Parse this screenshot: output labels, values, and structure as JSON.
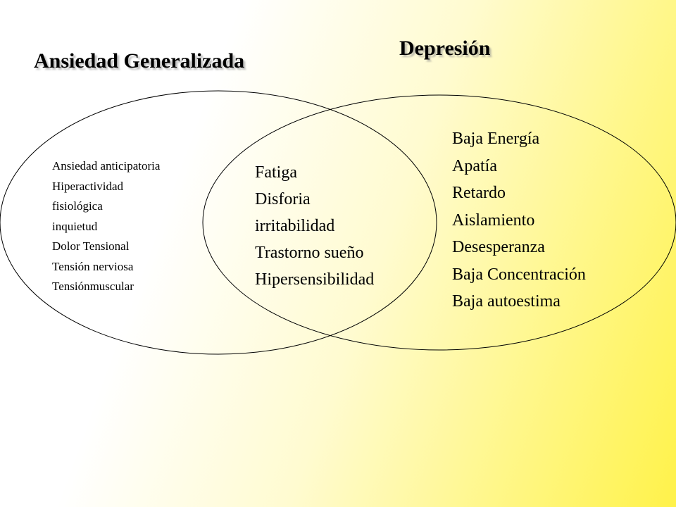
{
  "titles": {
    "left": "Ansiedad Generalizada",
    "right": "Depresión"
  },
  "lists": {
    "left": [
      "Ansiedad anticipatoria",
      "Hiperactividad",
      "fisiológica",
      "inquietud",
      "Dolor Tensional",
      "Tensión nerviosa",
      "Tensiónmuscular"
    ],
    "center": [
      "Fatiga",
      "Disforia",
      "irritabilidad",
      "Trastorno sueño",
      "Hipersensibilidad"
    ],
    "right": [
      "Baja Energía",
      "Apatía",
      "Retardo",
      "Aislamiento",
      "Desesperanza",
      "Baja Concentración",
      "Baja autoestima"
    ]
  },
  "colors": {
    "stroke": "#000000",
    "background_start": "#ffffff",
    "background_end": "#fff24a"
  }
}
